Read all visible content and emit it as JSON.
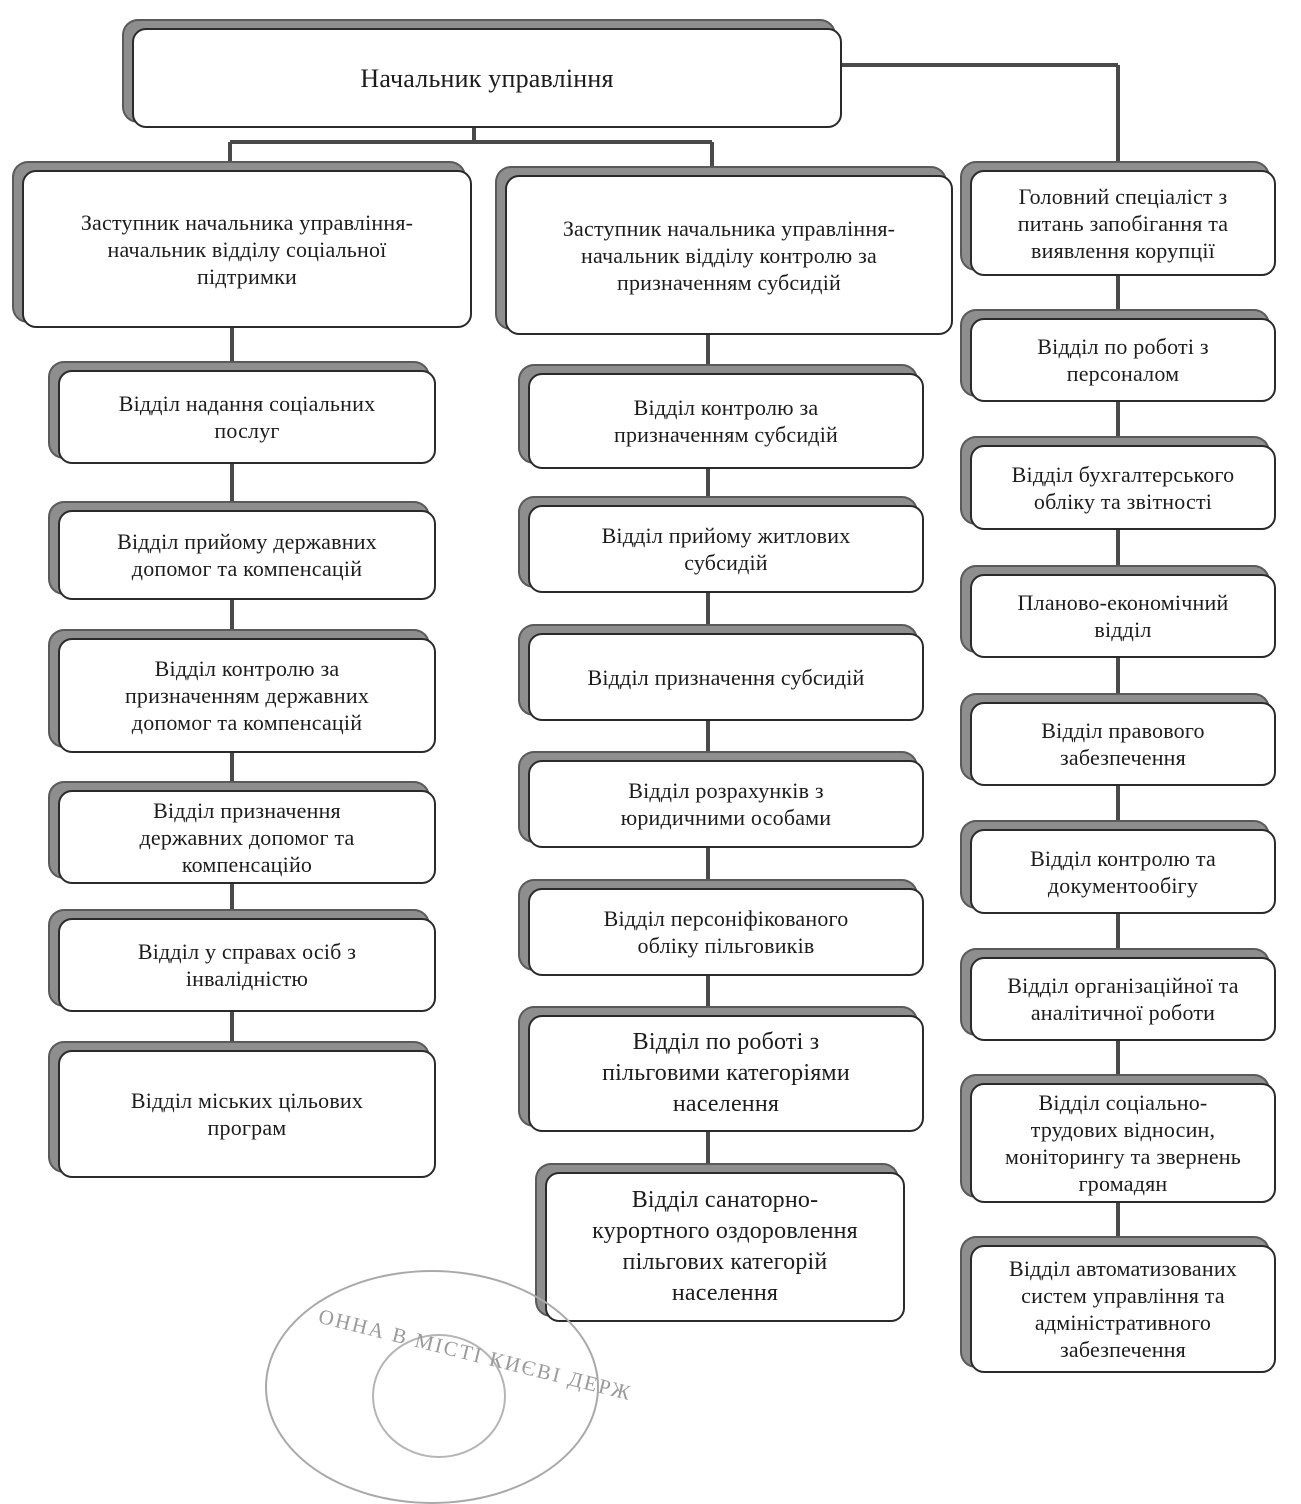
{
  "head": "Начальник управління",
  "columns": [
    {
      "deputy": "Заступник начальника управління-\nначальник відділу соціальної\nпідтримки",
      "departments": [
        "Відділ надання соціальних\nпослуг",
        "Відділ прийому державних\nдопомог та компенсацій",
        "Відділ контролю за\nпризначенням державних\nдопомог та компенсацій",
        "Відділ призначення\nдержавних допомог та\nкомпенсаційо",
        "Відділ у справах осіб з\nінвалідністю",
        "Відділ міських цільових\nпрограм"
      ]
    },
    {
      "deputy": "Заступник начальника управління-\nначальник відділу контролю за\nпризначенням субсидій",
      "departments": [
        "Відділ контролю за\nпризначенням субсидій",
        "Відділ прийому житлових\nсубсидій",
        "Відділ призначення субсидій",
        "Відділ розрахунків з\nюридичними особами",
        "Відділ персоніфікованого\nобліку пільговиків",
        "Відділ по роботі з\nпільговими категоріями\nнаселення",
        "Відділ санаторно-\nкурортного оздоровлення\nпільгових категорій\nнаселення"
      ]
    },
    {
      "deputy": "Головний спеціаліст з\nпитань запобігання та\nвиявлення корупції",
      "departments": [
        "Відділ по роботі з\nперсоналом",
        "Відділ бухгалтерського\nобліку та звітності",
        "Планово-економічний\nвідділ",
        "Відділ правового\nзабезпечення",
        "Відділ контролю та\nдокументообігу",
        "Відділ організаційної та\nаналітичної роботи",
        "Відділ соціально-\nтрудових відносин,\nмоніторингу та звернень\nгромадян",
        "Відділ автоматизованих\nсистем управління та\nадміністративного\nзабезпечення"
      ]
    }
  ],
  "stamp_text": "ОННА В МІСТІ КИЄВІ ДЕРЖ"
}
